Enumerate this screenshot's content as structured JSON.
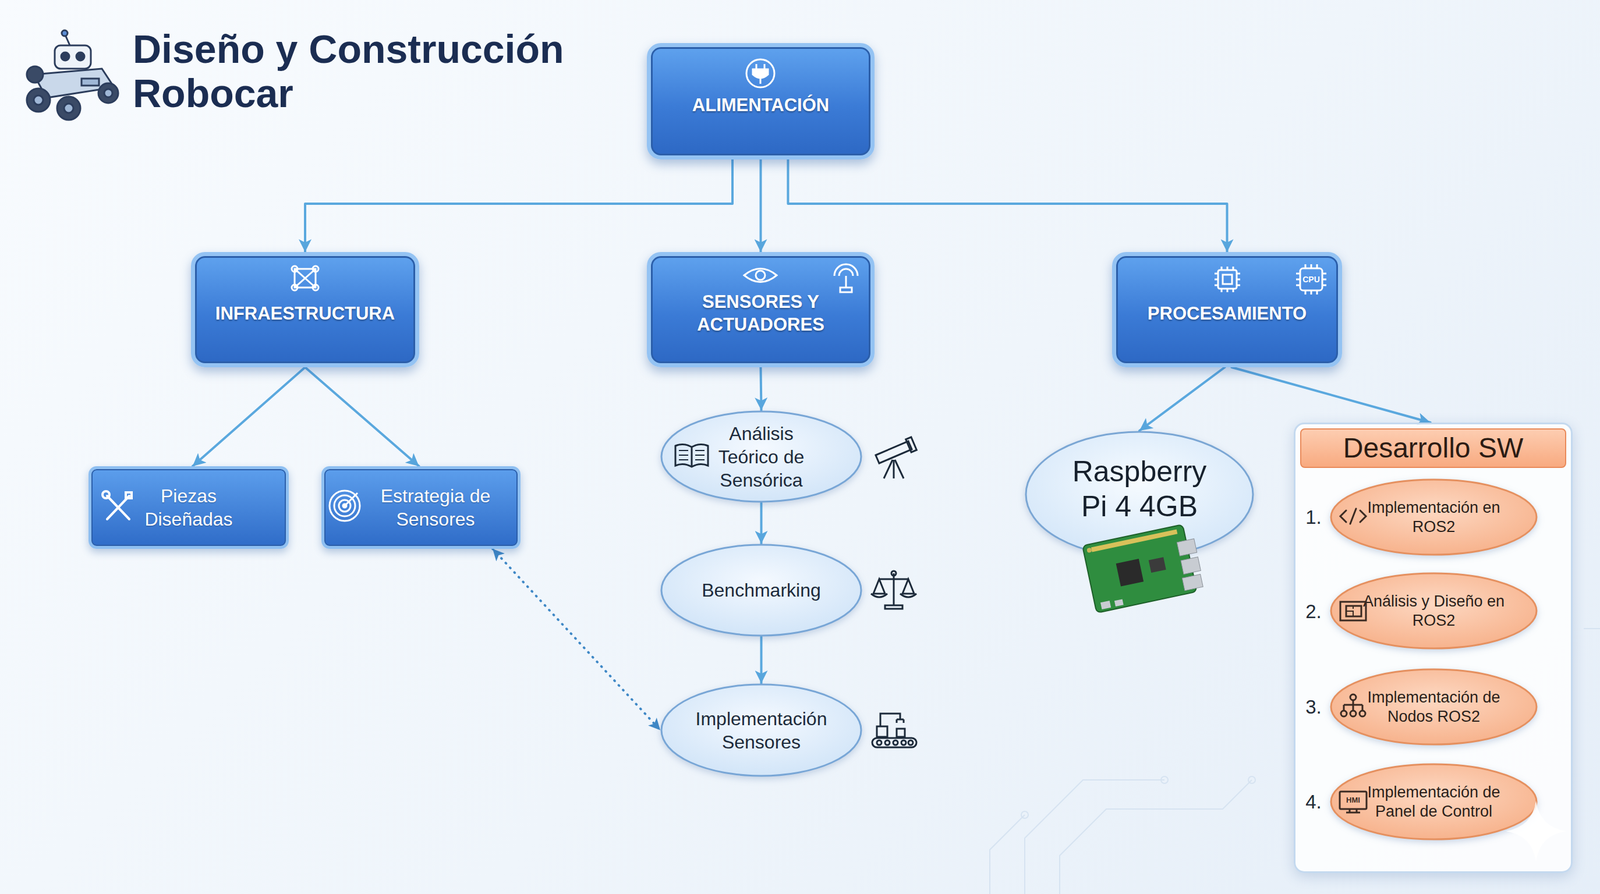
{
  "diagram": {
    "title": "Diseño y Construcción Robocar",
    "nodes": [
      {
        "text": [
          "ALIMENTACIÓN"
        ]
      },
      {
        "text": [
          "INFRAESTRUCTURA"
        ]
      },
      {
        "text": [
          "SENSORES Y ACTUADORES"
        ]
      },
      {
        "text": [
          "PROCESAMIENTO"
        ]
      },
      {
        "text": [
          "Piezas Diseñadas"
        ]
      },
      {
        "text": [
          "Estrategia de Sensores"
        ]
      },
      {
        "text": [
          "Análisis Teórico de Sensórica"
        ]
      },
      {
        "text": [
          "Benchmarking"
        ]
      },
      {
        "text": [
          "Implementación Sensores"
        ]
      },
      {
        "text": [
          "Raspberry Pi 4 4GB"
        ]
      },
      {
        "text": [
          "Desarrollo SW"
        ]
      },
      {
        "text": [
          "Implementación en ROS2"
        ],
        "in": 10
      },
      {
        "text": [
          "Análisis y Diseño en ROS2"
        ],
        "in": 10
      },
      {
        "text": [
          "Implementación de Nodos ROS2"
        ],
        "in": 10
      },
      {
        "text": [
          "Implementación de Panel de Control"
        ],
        "in": 10
      }
    ],
    "edges": [
      {
        "from": 0,
        "to": 1,
        "arrow": "to"
      },
      {
        "from": 0,
        "to": 2,
        "arrow": "to"
      },
      {
        "from": 0,
        "to": 3,
        "arrow": "to"
      },
      {
        "from": 1,
        "to": 4,
        "arrow": "to"
      },
      {
        "from": 1,
        "to": 5,
        "arrow": "to"
      },
      {
        "from": 2,
        "to": 6,
        "arrow": "to"
      },
      {
        "from": 6,
        "to": 7,
        "arrow": "to"
      },
      {
        "from": 7,
        "to": 8,
        "arrow": "to"
      },
      {
        "from": 5,
        "to": 8,
        "arrow": "both"
      },
      {
        "from": 3,
        "to": 9,
        "arrow": "to"
      },
      {
        "from": 3,
        "to": 10,
        "arrow": "to"
      }
    ],
    "labels": [
      "CPU",
      "1.",
      "2.",
      "3.",
      "4.",
      "HMI"
    ]
  }
}
